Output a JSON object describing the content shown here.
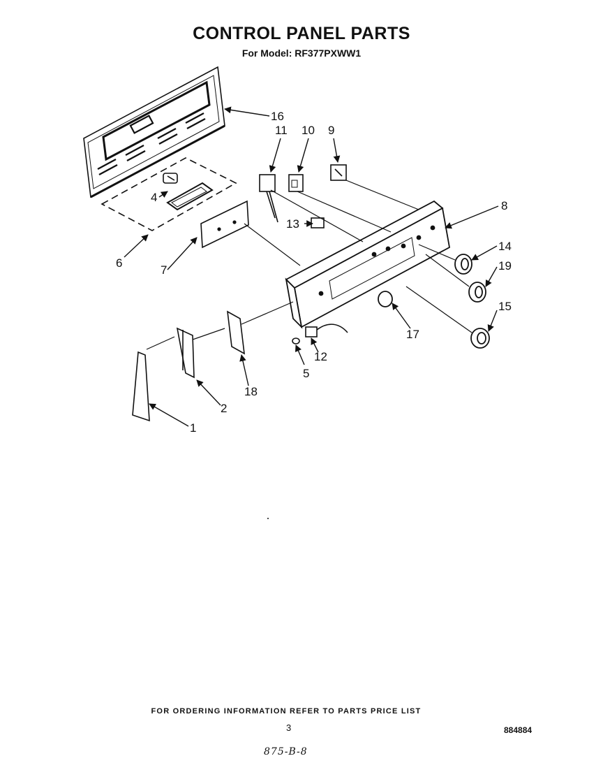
{
  "header": {
    "title": "CONTROL PANEL PARTS",
    "subtitle": "For Model: RF377PXWW1"
  },
  "callouts": [
    {
      "id": "c1",
      "label": "1"
    },
    {
      "id": "c2",
      "label": "2"
    },
    {
      "id": "c4",
      "label": "4"
    },
    {
      "id": "c5",
      "label": "5"
    },
    {
      "id": "c6",
      "label": "6"
    },
    {
      "id": "c7",
      "label": "7"
    },
    {
      "id": "c8",
      "label": "8"
    },
    {
      "id": "c9",
      "label": "9"
    },
    {
      "id": "c10",
      "label": "10"
    },
    {
      "id": "c11",
      "label": "11"
    },
    {
      "id": "c12",
      "label": "12"
    },
    {
      "id": "c13",
      "label": "13"
    },
    {
      "id": "c14",
      "label": "14"
    },
    {
      "id": "c15",
      "label": "15"
    },
    {
      "id": "c16",
      "label": "16"
    },
    {
      "id": "c17",
      "label": "17"
    },
    {
      "id": "c18",
      "label": "18"
    },
    {
      "id": "c19",
      "label": "19"
    }
  ],
  "footer": {
    "ordering_note": "FOR ORDERING INFORMATION REFER TO PARTS PRICE LIST",
    "page_number": "3",
    "document_number": "884884",
    "handwritten_note": "875-B-8"
  }
}
